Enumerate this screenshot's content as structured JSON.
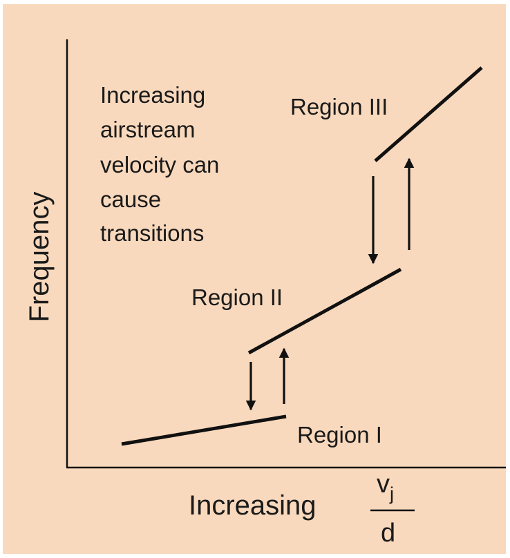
{
  "diagram": {
    "background_color": "#f9d9bd",
    "ink_color": "#111111",
    "y_axis_label": "Frequency",
    "x_axis_label": "Increasing",
    "x_axis_fraction": {
      "numerator": "v",
      "numerator_subscript": "j",
      "denominator": "d"
    },
    "annotation_lines": [
      "Increasing",
      "airstream",
      "velocity can",
      "cause",
      "transitions"
    ],
    "regions": [
      {
        "label": "Region I"
      },
      {
        "label": "Region II"
      },
      {
        "label": "Region III"
      }
    ],
    "transitions": [
      {
        "between": "Region I / Region II",
        "arrows": [
          "down",
          "up"
        ]
      },
      {
        "between": "Region II / Region III",
        "arrows": [
          "down",
          "up"
        ]
      }
    ]
  }
}
